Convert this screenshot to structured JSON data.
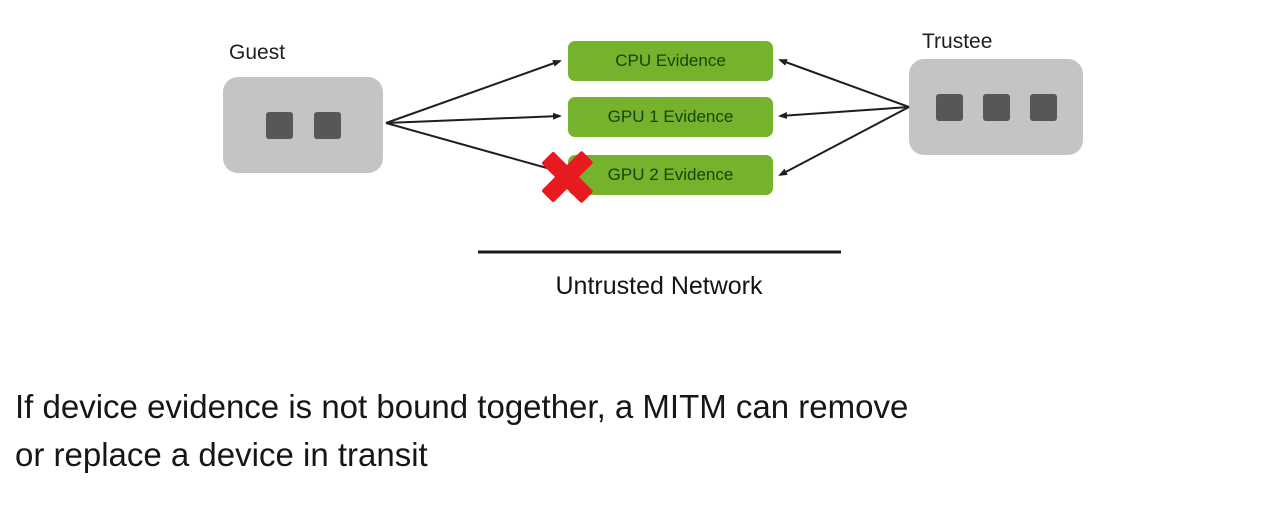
{
  "diagram": {
    "guest": {
      "label": "Guest"
    },
    "trustee": {
      "label": "Trustee"
    },
    "evidence_boxes": [
      {
        "label": "CPU Evidence"
      },
      {
        "label": "GPU 1 Evidence"
      },
      {
        "label": "GPU 2 Evidence"
      }
    ],
    "network_label": "Untrusted Network",
    "colors": {
      "evidence_green": "#76b32d",
      "evidence_text": "#1c4209",
      "device_gray": "#c4c4c4",
      "chip_gray": "#575757",
      "arrow_black": "#1f1f1f",
      "x_red": "#e8191f",
      "caption_text": "#161616"
    }
  },
  "caption": {
    "lines": [
      "If device evidence is not bound together, a MITM can remove",
      "or replace a device in transit"
    ]
  }
}
